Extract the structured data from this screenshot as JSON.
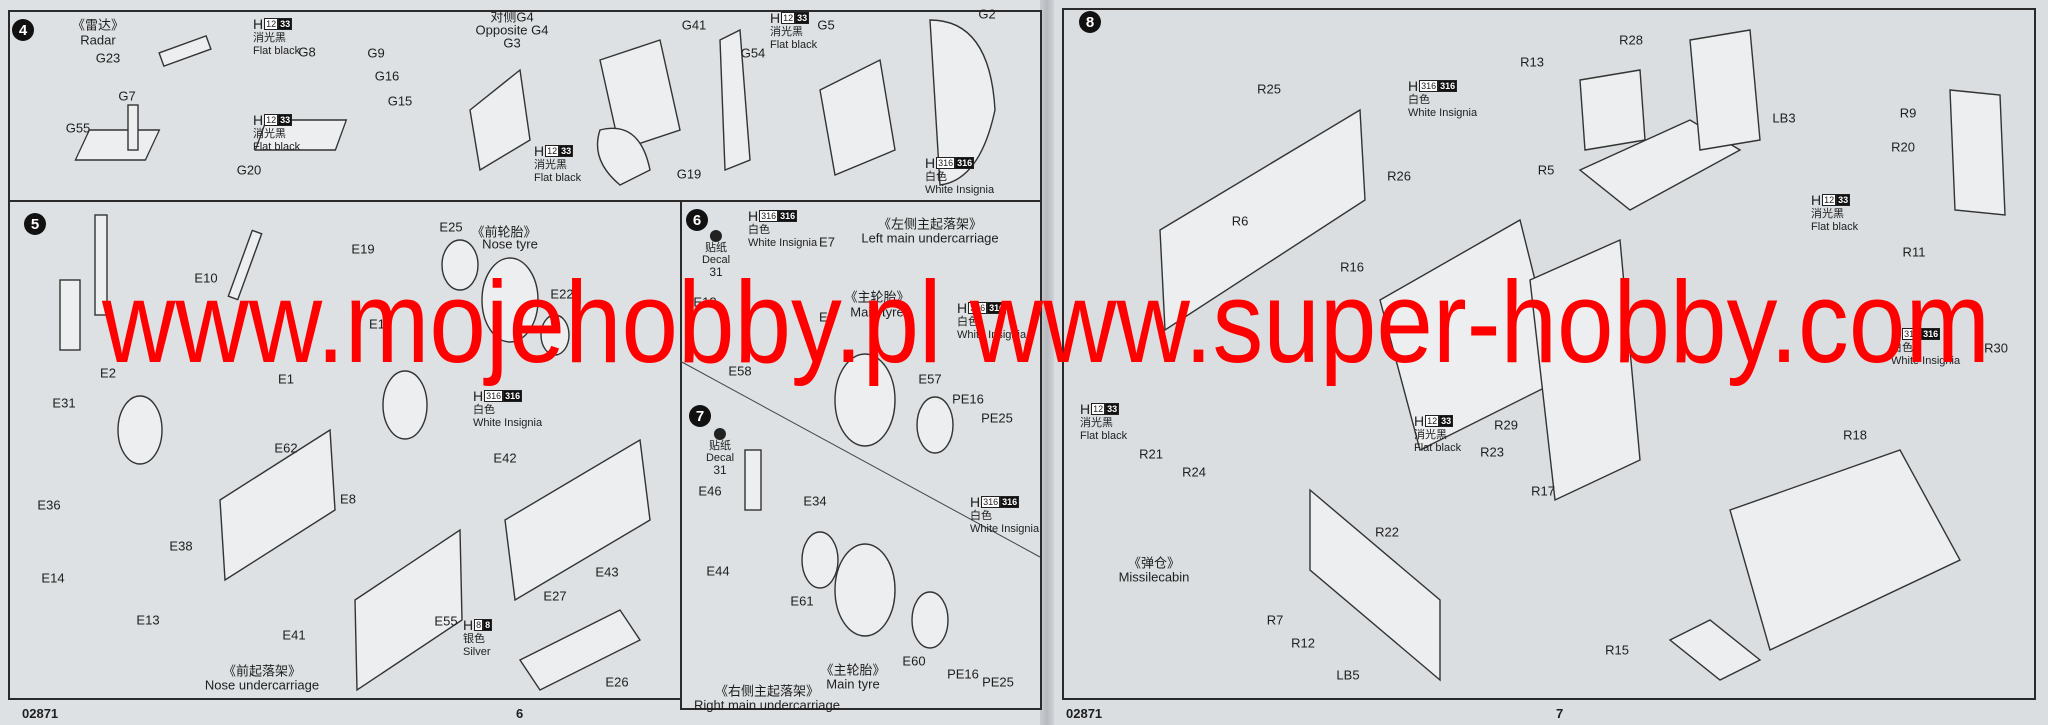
{
  "watermark": "www.mojehobby.pl www.super-hobby.com",
  "page_left": {
    "code": "02871",
    "number": "6"
  },
  "page_right": {
    "code": "02871",
    "number": "7"
  },
  "steps": {
    "s4": {
      "number": "4",
      "texts": [
        "《雷达》",
        "Radar",
        "G23",
        "G7",
        "G55",
        "G20",
        "G8",
        "G9",
        "G16",
        "G15",
        "对侧G4",
        "Opposite G4",
        "G3",
        "G41",
        "G54",
        "G19",
        "G5",
        "G2"
      ],
      "paints": [
        {
          "prefix": "H",
          "code_a": "12",
          "code_b": "33",
          "cn": "消光黑",
          "en": "Flat black"
        },
        {
          "prefix": "H",
          "code_a": "12",
          "code_b": "33",
          "cn": "消光黑",
          "en": "Flat black"
        },
        {
          "prefix": "H",
          "code_a": "12",
          "code_b": "33",
          "cn": "消光黑",
          "en": "Flat black"
        },
        {
          "prefix": "H",
          "code_a": "12",
          "code_b": "33",
          "cn": "消光黑",
          "en": "Flat black"
        },
        {
          "prefix": "H",
          "code_a": "316",
          "code_b": "316",
          "cn": "白色",
          "en": "White Insignia"
        }
      ]
    },
    "s5": {
      "number": "5",
      "texts": [
        "E19",
        "E10",
        "E1",
        "E1",
        "E2",
        "E31",
        "E25",
        "《前轮胎》",
        "Nose tyre",
        "E22",
        "E62",
        "E42",
        "E8",
        "E36",
        "E14",
        "E38",
        "E13",
        "E41",
        "E55",
        "E27",
        "E43",
        "E26",
        "《前起落架》",
        "Nose undercarriage"
      ],
      "paints": [
        {
          "prefix": "H",
          "code_a": "316",
          "code_b": "316",
          "cn": "白色",
          "en": "White Insignia"
        },
        {
          "prefix": "H",
          "code_a": "8",
          "code_b": "8",
          "cn": "银色",
          "en": "Silver"
        }
      ]
    },
    "s6": {
      "number": "6",
      "texts": [
        "E7",
        "《左侧主起落架》",
        "Left main undercarriage",
        "E18",
        "E5",
        "《主轮胎》",
        "Main tyre",
        "E58",
        "E57",
        "PE16",
        "PE25"
      ],
      "decal": {
        "cn": "贴纸",
        "en": "Decal",
        "number": "31"
      },
      "paints": [
        {
          "prefix": "H",
          "code_a": "316",
          "code_b": "316",
          "cn": "白色",
          "en": "White Insignia"
        },
        {
          "prefix": "H",
          "code_a": "316",
          "code_b": "316",
          "cn": "白色",
          "en": "White Insignia"
        },
        {
          "prefix": "H",
          "code_a": "316",
          "code_b": "316",
          "cn": "白色",
          "en": "White Insignia"
        }
      ]
    },
    "s7": {
      "number": "7",
      "texts": [
        "E46",
        "E34",
        "E44",
        "E61",
        "E60",
        "PE16",
        "PE25",
        "《主轮胎》",
        "Main tyre",
        "《右侧主起落架》",
        "Right main undercarriage"
      ],
      "decal": {
        "cn": "贴纸",
        "en": "Decal",
        "number": "31"
      }
    },
    "s8": {
      "number": "8",
      "texts": [
        "R25",
        "R26",
        "R6",
        "R16",
        "R13",
        "R28",
        "LB3",
        "R5",
        "R9",
        "R20",
        "R11",
        "R21",
        "R24",
        "R29",
        "R23",
        "R17",
        "R30",
        "R18",
        "《弹仓》",
        "Missilecabin",
        "R22",
        "R7",
        "R12",
        "LB5",
        "R15"
      ],
      "paints": [
        {
          "prefix": "H",
          "code_a": "316",
          "code_b": "316",
          "cn": "白色",
          "en": "White Insignia"
        },
        {
          "prefix": "H",
          "code_a": "12",
          "code_b": "33",
          "cn": "消光黑",
          "en": "Flat black"
        },
        {
          "prefix": "H",
          "code_a": "12",
          "code_b": "33",
          "cn": "消光黑",
          "en": "Flat black"
        },
        {
          "prefix": "H",
          "code_a": "12",
          "code_b": "33",
          "cn": "消光黑",
          "en": "Flat black"
        },
        {
          "prefix": "H",
          "code_a": "316",
          "code_b": "316",
          "cn": "白色",
          "en": "White Insignia"
        }
      ]
    }
  }
}
